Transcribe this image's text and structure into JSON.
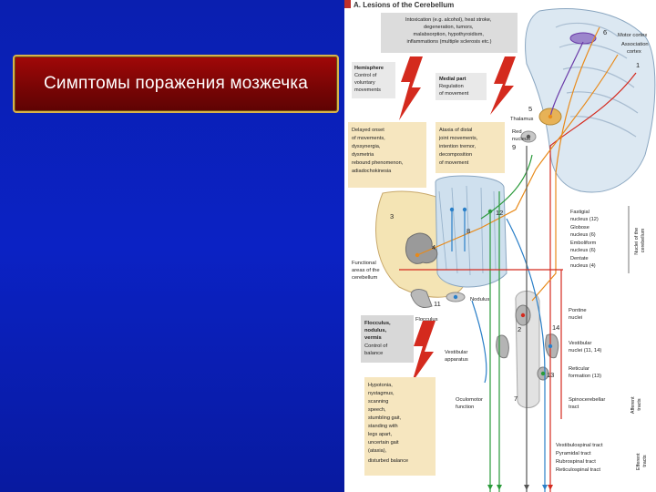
{
  "slide": {
    "title": "Симптомы поражения мозжечка",
    "background": "#0b22c4",
    "title_box_color": "#8a0606",
    "title_border_color": "#d9b24a"
  },
  "figure": {
    "heading": "A. Lesions of the Cerebellum",
    "intox": [
      "Intoxication (e.g. alcohol), heat stroke,",
      "degeneration, tumors,",
      "malabsorption, hypothyroidism,",
      "inflammations (multiple sclerosis etc.)"
    ],
    "hemisphere": [
      "Hemisphere",
      "Control of",
      "voluntary",
      "movements"
    ],
    "medial": [
      "Medial part",
      "Regulation",
      "of movement"
    ],
    "delayed": [
      "Delayed onset",
      "of movements,",
      "dyssynergia,",
      "dysmetria",
      "rebound phenomenon,",
      "adiadochokinesia"
    ],
    "ataxia": [
      "Ataxia of distal",
      "joint movements,",
      "intention tremor,",
      "decomposition",
      "of movement"
    ],
    "functional": [
      "Functional",
      "areas of the",
      "cerebellum"
    ],
    "flocculus_box": [
      "Flocculus,",
      "nodulus,",
      "vermis",
      "Control of",
      "balance"
    ],
    "symptoms": [
      "Hypotonia,",
      "nystagmus,",
      "scanning",
      "speech,",
      "stumbling gait,",
      "standing with",
      "legs apart,",
      "uncertain gait",
      "(ataxia),",
      "disturbed balance"
    ],
    "motor_cortex": "Motor cortex",
    "association": [
      "Association",
      "cortex"
    ],
    "thalamus": "Thalamus",
    "red_nucleus": [
      "Red",
      "nucleus"
    ],
    "nuclei_list": [
      "Fastigial",
      "nucleus (12)",
      "Globose",
      "nucleus (6)",
      "Emboliform",
      "nucleus (6)",
      "Dentate",
      "nucleus (4)"
    ],
    "nuclei_title": [
      "Nuclei of the",
      "cerebellum"
    ],
    "pontine": [
      "Pontine",
      "nuclei"
    ],
    "vestibular_nuclei": [
      "Vestibular",
      "nuclei (11, 14)"
    ],
    "reticular": [
      "Reticular",
      "formation (13)"
    ],
    "nodulus": "Nodulus",
    "flocculus": "Flocculus",
    "vestibular_app": [
      "Vestibular",
      "apparatus"
    ],
    "oculomotor": [
      "Oculomotor",
      "function"
    ],
    "afferent": [
      "Afferent",
      "tracts"
    ],
    "efferent": [
      "Efferent",
      "tracts"
    ],
    "spinocerebellar": [
      "Spinocerebellar",
      "tract"
    ],
    "tracts": [
      "Vestibulospinal tract",
      "Pyramidal tract",
      "Rubrospinal tract",
      "Reticulospinal tract"
    ],
    "numbers": [
      "1",
      "2",
      "3",
      "4",
      "5",
      "6",
      "7",
      "8",
      "9",
      "11",
      "12",
      "13",
      "14"
    ]
  },
  "colors": {
    "red": "#d42a1e",
    "orange": "#e88a1a",
    "green": "#2a9a3a",
    "blue": "#2a7fc8",
    "yellow_box": "#f6e6bf",
    "gray_box": "#d8d8d8",
    "purple": "#6a3aa8"
  }
}
